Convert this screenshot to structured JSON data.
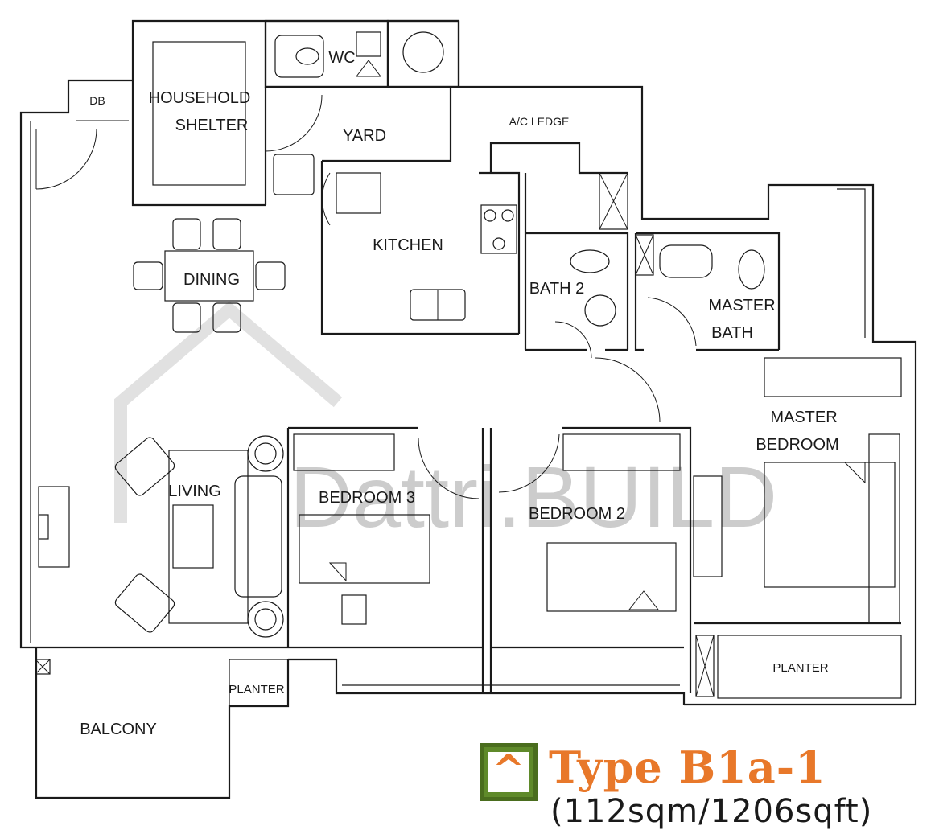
{
  "rooms": {
    "db": "DB",
    "household_shelter_line1": "HOUSEHOLD",
    "household_shelter_line2": "SHELTER",
    "wc": "WC",
    "yard": "YARD",
    "ac_ledge": "A/C LEDGE",
    "kitchen": "KITCHEN",
    "dining": "DINING",
    "bath2": "BATH 2",
    "master_bath_line1": "MASTER",
    "master_bath_line2": "BATH",
    "master_bedroom_line1": "MASTER",
    "master_bedroom_line2": "BEDROOM",
    "living": "LIVING",
    "bedroom3": "BEDROOM 3",
    "bedroom2": "BEDROOM 2",
    "planter_left": "PLANTER",
    "planter_right": "PLANTER",
    "balcony": "BALCONY"
  },
  "watermark": "Dattri.BUILD",
  "unit_type": {
    "badge_glyph": "^",
    "title": "Type B1a-1",
    "area": "(112sqm/1206sqft)",
    "accent_color": "#e8782a",
    "badge_color": "#5f8a2a"
  }
}
